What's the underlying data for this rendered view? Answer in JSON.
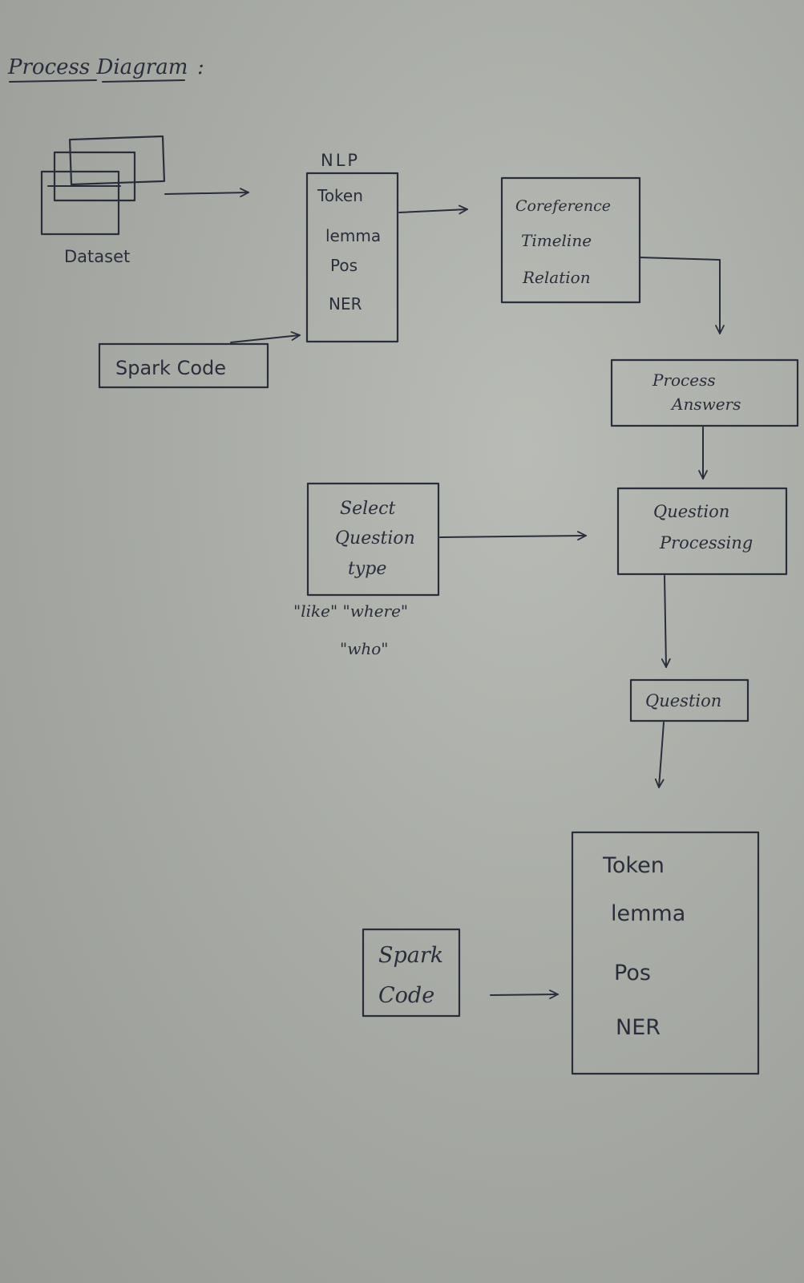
{
  "title": "Process Diagram",
  "title_suffix": ":",
  "dataset": {
    "label": "Dataset"
  },
  "nlp": {
    "heading": "NLP",
    "items": [
      "Token",
      "lemma",
      "Pos",
      "NER"
    ]
  },
  "spark_code_top": {
    "label": "Spark Code"
  },
  "coreference": {
    "items": [
      "Coreference",
      "Timeline",
      "Relation"
    ]
  },
  "process_answers": {
    "lines": [
      "Process",
      "Answers"
    ]
  },
  "select_question": {
    "lines": [
      "Select",
      "Question",
      "type"
    ],
    "examples_line1": "\"like\" \"where\"",
    "examples_line2": "\"who\""
  },
  "question_processing": {
    "lines": [
      "Question",
      "Processing"
    ]
  },
  "question": {
    "label": "Question"
  },
  "spark_code_bottom": {
    "lines": [
      "Spark",
      "Code"
    ]
  },
  "nlp_bottom": {
    "items": [
      "Token",
      "lemma",
      "Pos",
      "NER"
    ]
  }
}
